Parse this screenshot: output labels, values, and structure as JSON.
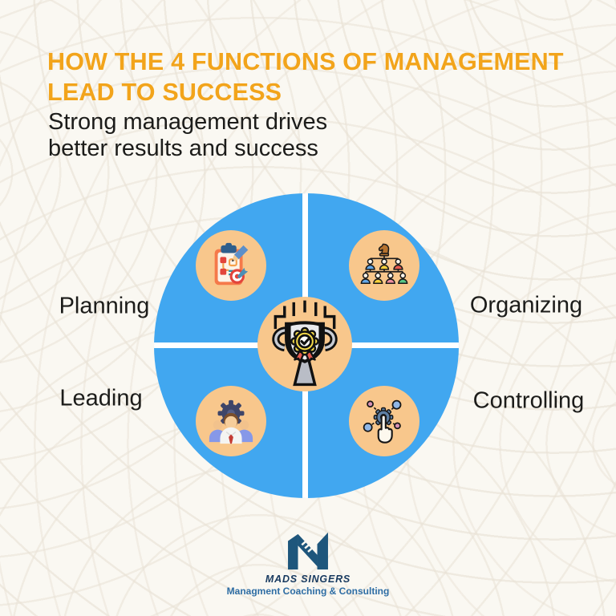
{
  "theme": {
    "bg": "#FAF8F2",
    "accent_orange": "#F2A41B",
    "text_dark": "#1C1C1A",
    "wheel_blue": "#41A7F0",
    "bubble_tan": "#F8C78C",
    "divider_white": "#FFFFFF",
    "logo_navy": "#1E567C",
    "brand_navy": "#17395F",
    "tagline_blue": "#2E6DA4"
  },
  "header": {
    "title_line1": "HOW THE 4 FUNCTIONS OF MANAGEMENT",
    "title_line2": "LEAD TO SUCCESS",
    "subtitle_line1": "Strong management drives",
    "subtitle_line2": "better results and success"
  },
  "diagram": {
    "type": "four-quadrant-wheel",
    "quadrants": [
      {
        "label": "Planning",
        "icon": "clipboard-plan-icon",
        "position": "top-left"
      },
      {
        "label": "Organizing",
        "icon": "org-chart-icon",
        "position": "top-right"
      },
      {
        "label": "Leading",
        "icon": "team-gear-icon",
        "position": "bottom-left"
      },
      {
        "label": "Controlling",
        "icon": "hand-network-icon",
        "position": "bottom-right"
      }
    ],
    "center_icon": "trophy-award-icon"
  },
  "footer": {
    "brand": "MADS SINGERS",
    "tagline": "Managment Coaching & Consulting"
  }
}
